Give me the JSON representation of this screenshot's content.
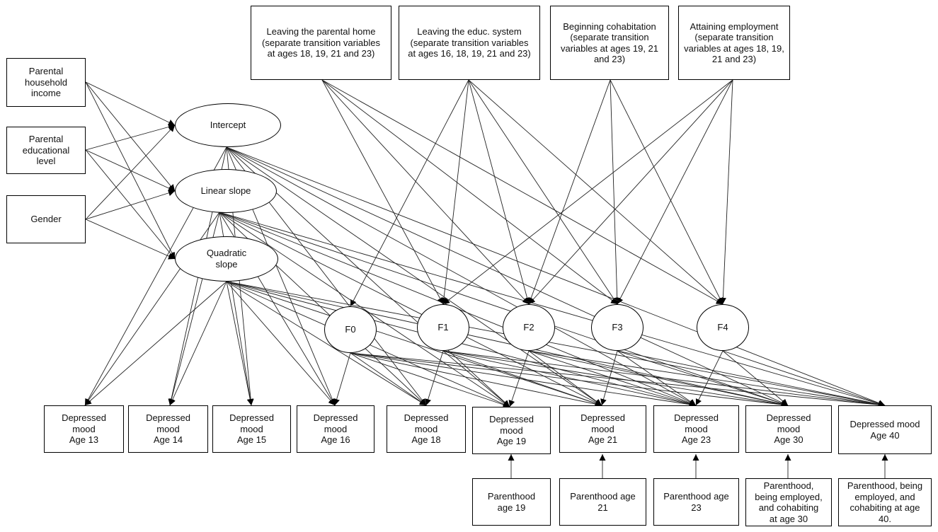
{
  "covariates": {
    "income": "Parental\nhousehold\nincome",
    "education": "Parental\neducational\nlevel",
    "gender": "Gender"
  },
  "growth_factors": {
    "intercept": "Intercept",
    "linear": "Linear slope",
    "quadratic": "Quadratic\nslope"
  },
  "transitions": {
    "home": "Leaving the parental home\n(separate transition variables\nat ages 18, 19, 21 and 23)",
    "educ": "Leaving the educ. system\n(separate transition variables\nat ages 16, 18, 19, 21 and 23)",
    "cohab": "Beginning cohabitation\n(separate transition\nvariables at ages 19, 21\nand 23)",
    "employ": "Attaining employment\n(separate transition\nvariables at ages 18, 19,\n21 and 23)"
  },
  "factors": [
    "F0",
    "F1",
    "F2",
    "F3",
    "F4"
  ],
  "outcomes": [
    "Depressed\nmood\nAge 13",
    "Depressed\nmood\nAge 14",
    "Depressed\nmood\nAge 15",
    "Depressed\nmood\nAge 16",
    "Depressed\nmood\nAge 18",
    "Depressed\nmood\nAge 19",
    "Depressed\nmood\nAge 21",
    "Depressed\nmood\nAge 23",
    "Depressed\nmood\nAge 30",
    "Depressed mood\nAge 40"
  ],
  "parenthood": {
    "p19": "Parenthood\nage 19",
    "p21": "Parenthood age\n21",
    "p23": "Parenthood age\n23",
    "p30": "Parenthood,\nbeing employed,\nand cohabiting\nat age 30",
    "p40": "Parenthood, being\nemployed, and\ncohabiting at age\n40."
  }
}
